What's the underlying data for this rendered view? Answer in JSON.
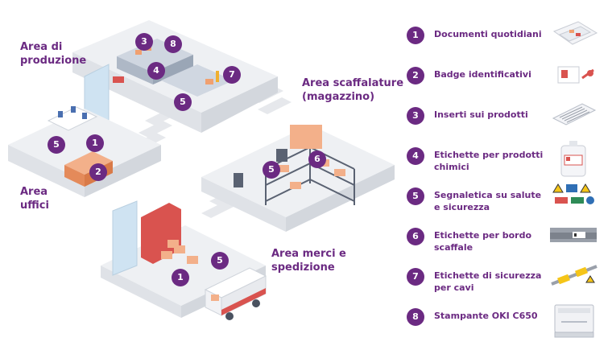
{
  "areas": {
    "produzione": "Area di\nproduzione",
    "uffici": "Area\nuffici",
    "scaffalature": "Area scaffalature\n(magazzino)",
    "merci": "Area merci e\nspedizione"
  },
  "map_badges": {
    "b3": "3",
    "b8": "8",
    "b4": "4",
    "b7": "7",
    "b5_prod": "5",
    "b1_uff": "1",
    "b5_uff": "5",
    "b2": "2",
    "b5_mag": "5",
    "b6": "6",
    "b5_spe": "5",
    "b1_spe": "1"
  },
  "legend": [
    {
      "num": "1",
      "text": "Documenti quotidiani",
      "icon": "documents-icon"
    },
    {
      "num": "2",
      "text": "Badge identificativi",
      "icon": "badge-icon"
    },
    {
      "num": "3",
      "text": "Inserti sui prodotti",
      "icon": "product-insert-icon"
    },
    {
      "num": "4",
      "text": "Etichette per prodotti chimici",
      "icon": "chemical-container-icon"
    },
    {
      "num": "5",
      "text": "Segnaletica su salute e sicurezza",
      "icon": "safety-signs-icon"
    },
    {
      "num": "6",
      "text": "Etichette per bordo scaffale",
      "icon": "shelf-edge-icon"
    },
    {
      "num": "7",
      "text": "Etichette di sicurezza per cavi",
      "icon": "cable-label-icon"
    },
    {
      "num": "8",
      "text": "Stampante OKI C650",
      "icon": "printer-icon"
    }
  ],
  "colors": {
    "accent": "#6b2a82",
    "floor": "#eef0f3",
    "orange": "#f0a070",
    "red": "#d9534f",
    "blue": "#4a6fb0"
  }
}
